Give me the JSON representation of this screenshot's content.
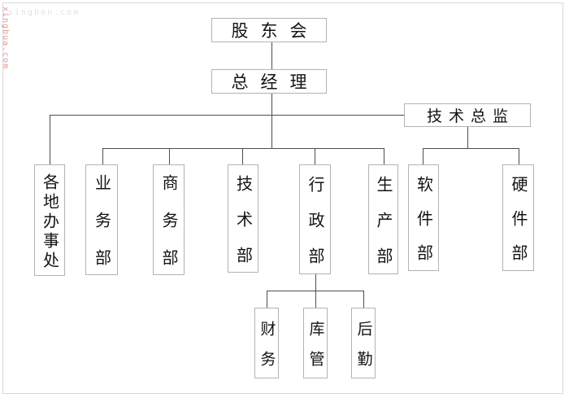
{
  "watermarks": {
    "top_left": "singbon.com",
    "left_edge": "xingbua.com"
  },
  "colors": {
    "background": "#ffffff",
    "page_border": "#d9d9d9",
    "connector_line": "#4d4d4d",
    "box_border": "#b3b3b3",
    "text": "#141414",
    "watermark_gray": "#e2e2e2",
    "watermark_red": "#d46056"
  },
  "nodes": {
    "shareholders": "股东会",
    "general_manager": "总经理",
    "tech_director": "技术总监",
    "regional_offices": "各地办事处",
    "business": "业务部",
    "commerce": "商务部",
    "technology": "技术部",
    "admin": "行政部",
    "production": "生产部",
    "software": "软件部",
    "hardware": "硬件部",
    "finance": "财务",
    "warehouse": "库管",
    "logistics": "后勤"
  },
  "hierarchy": {
    "root": "股东会",
    "root_child": "总经理",
    "gm_children": [
      "各地办事处",
      "业务部",
      "商务部",
      "技术部",
      "行政部",
      "生产部",
      "技术总监"
    ],
    "tech_director_children": [
      "软件部",
      "硬件部"
    ],
    "admin_children": [
      "财务",
      "库管",
      "后勤"
    ]
  }
}
